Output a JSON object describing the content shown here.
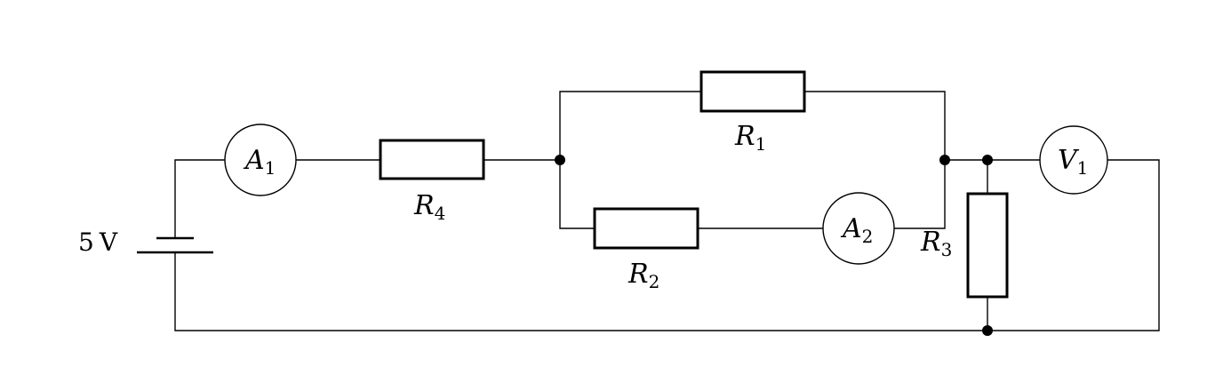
{
  "source": {
    "voltage": "5",
    "unit": "V"
  },
  "resistors": {
    "r1": {
      "symbol": "R",
      "index": "1"
    },
    "r2": {
      "symbol": "R",
      "index": "2"
    },
    "r3": {
      "symbol": "R",
      "index": "3"
    },
    "r4": {
      "symbol": "R",
      "index": "4"
    }
  },
  "ammeters": {
    "a1": {
      "symbol": "A",
      "index": "1"
    },
    "a2": {
      "symbol": "A",
      "index": "2"
    }
  },
  "voltmeters": {
    "v1": {
      "symbol": "V",
      "index": "1"
    }
  }
}
